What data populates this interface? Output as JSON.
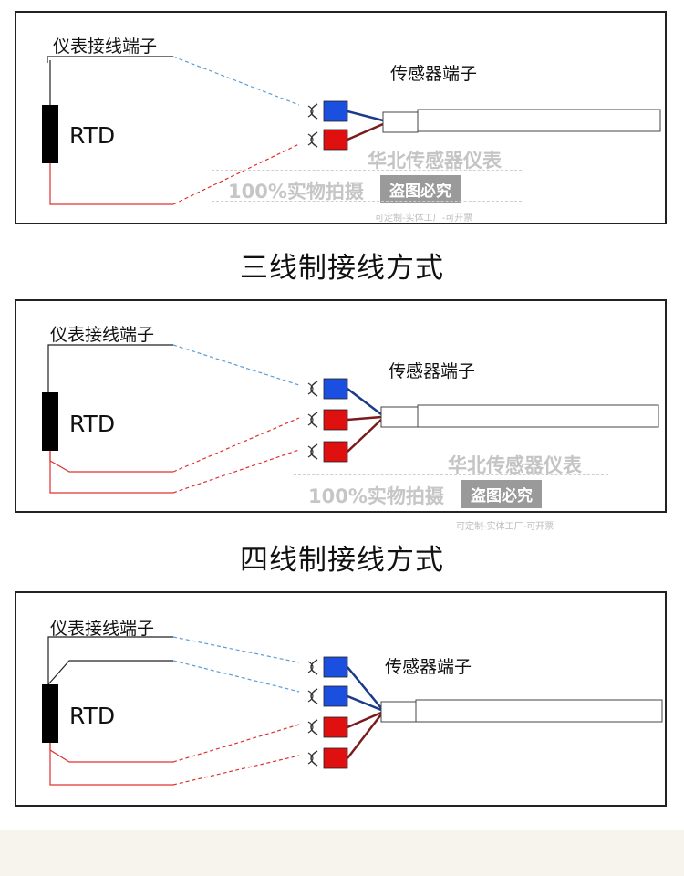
{
  "labels": {
    "instrument_terminal": "仪表接线端子",
    "sensor_terminal": "传感器端子",
    "rtd": "RTD"
  },
  "captions": {
    "three_wire": "三线制接线方式",
    "four_wire": "四线制接线方式"
  },
  "watermark": {
    "brand": "华北传感器仪表",
    "photo": "100%实物拍摄",
    "piracy": "盗图必究",
    "small": "可定制-实体工厂-可开票"
  },
  "colors": {
    "blue_terminal": "#1a4fe0",
    "red_terminal": "#e01010",
    "blue_wire": "#1c3a8a",
    "red_wire": "#7a1c1c",
    "blue_dashed": "#5b9bd5",
    "red_line": "#e03030",
    "rtd_body": "#000000"
  },
  "diagrams": [
    {
      "name": "three-wire-diagram",
      "blue_terminals": 1,
      "red_terminals": 1
    },
    {
      "name": "four-wire-diagram",
      "blue_terminals": 1,
      "red_terminals": 2
    },
    {
      "name": "four-terminal-diagram",
      "blue_terminals": 2,
      "red_terminals": 2
    }
  ]
}
